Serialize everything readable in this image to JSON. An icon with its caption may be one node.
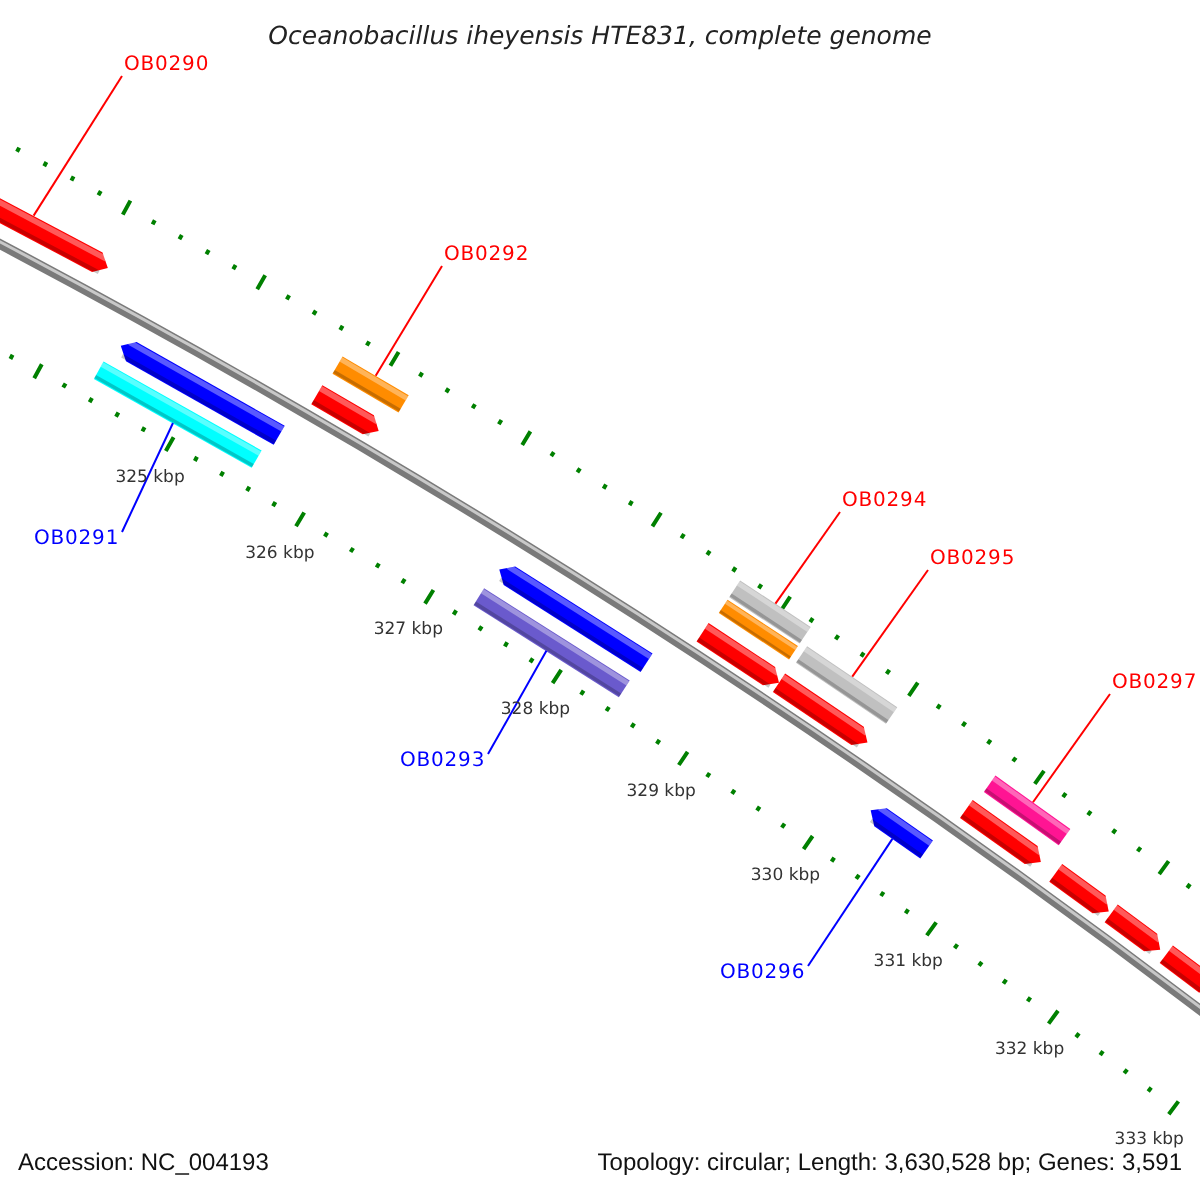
{
  "diagram": {
    "title": "Oceanobacillus iheyensis HTE831, complete genome",
    "nodes": [
      {
        "text": [
          "OB0290"
        ]
      },
      {
        "text": [
          "OB0292"
        ]
      },
      {
        "text": [
          "OB0291"
        ]
      },
      {
        "text": [
          "OB0293"
        ]
      },
      {
        "text": [
          "OB0294"
        ]
      },
      {
        "text": [
          "OB0295"
        ]
      },
      {
        "text": [
          "OB0297"
        ]
      },
      {
        "text": [
          "OB0296"
        ]
      },
      {
        "text": [],
        "shape": "bar"
      },
      {
        "text": [],
        "shape": "bar"
      },
      {
        "text": [],
        "shape": "bar"
      },
      {
        "text": [],
        "shape": "bar"
      },
      {
        "text": [],
        "shape": "bar"
      },
      {
        "text": [],
        "shape": "bar"
      },
      {
        "text": [],
        "shape": "bar"
      },
      {
        "text": [],
        "shape": "bar"
      },
      {
        "text": [],
        "shape": "bar"
      },
      {
        "text": [],
        "shape": "bar"
      },
      {
        "text": [],
        "shape": "bar"
      },
      {
        "text": [],
        "shape": "bar"
      },
      {
        "text": [],
        "shape": "bar"
      },
      {
        "text": [],
        "shape": "bar"
      },
      {
        "text": [],
        "shape": "bar"
      },
      {
        "text": [],
        "shape": "bar"
      },
      {
        "text": [],
        "shape": "bar"
      },
      {
        "text": [],
        "shape": "bar"
      }
    ],
    "edges": [
      {
        "from": 0,
        "to": 8,
        "arrow": "none"
      },
      {
        "from": 1,
        "to": 12,
        "arrow": "none"
      },
      {
        "from": 2,
        "to": 10,
        "arrow": "none",
        "color": "#0000ff"
      },
      {
        "from": 3,
        "to": 14,
        "arrow": "none",
        "color": "#0000ff"
      },
      {
        "from": 4,
        "to": 15,
        "arrow": "none"
      },
      {
        "from": 5,
        "to": 18,
        "arrow": "none"
      },
      {
        "from": 6,
        "to": 21,
        "arrow": "none"
      },
      {
        "from": 7,
        "to": 20,
        "arrow": "none",
        "color": "#0000ff"
      }
    ],
    "labels": [
      "325 kbp",
      "326 kbp",
      "327 kbp",
      "328 kbp",
      "329 kbp",
      "330 kbp",
      "331 kbp",
      "332 kbp",
      "333 kbp",
      "Accession: NC_004193",
      "Topology: circular; Length: 3,630,528 bp; Genes: 3,591"
    ]
  }
}
